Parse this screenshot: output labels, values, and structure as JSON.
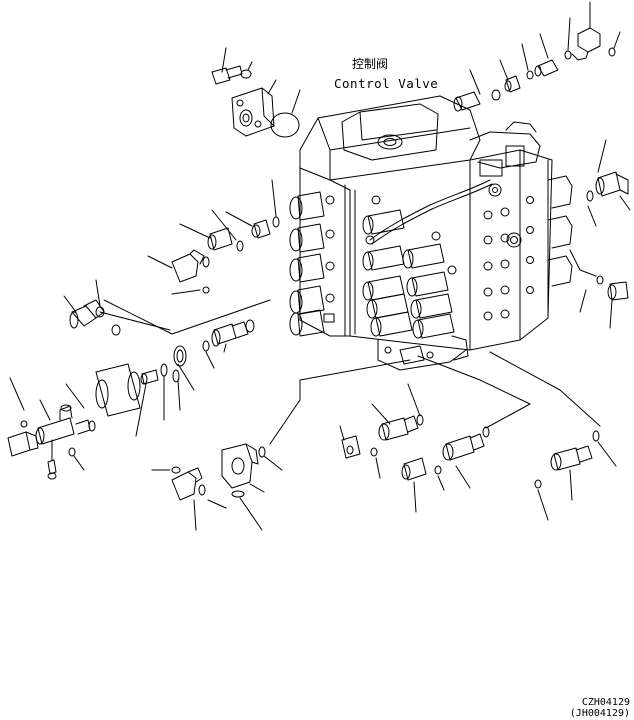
{
  "diagram": {
    "title_cn": "控制阀",
    "title_en": "Control Valve",
    "drawing_code": "CZH04129",
    "drawing_code_alt": "(JH004129)"
  },
  "colors": {
    "line": "#000000",
    "background": "#ffffff"
  }
}
